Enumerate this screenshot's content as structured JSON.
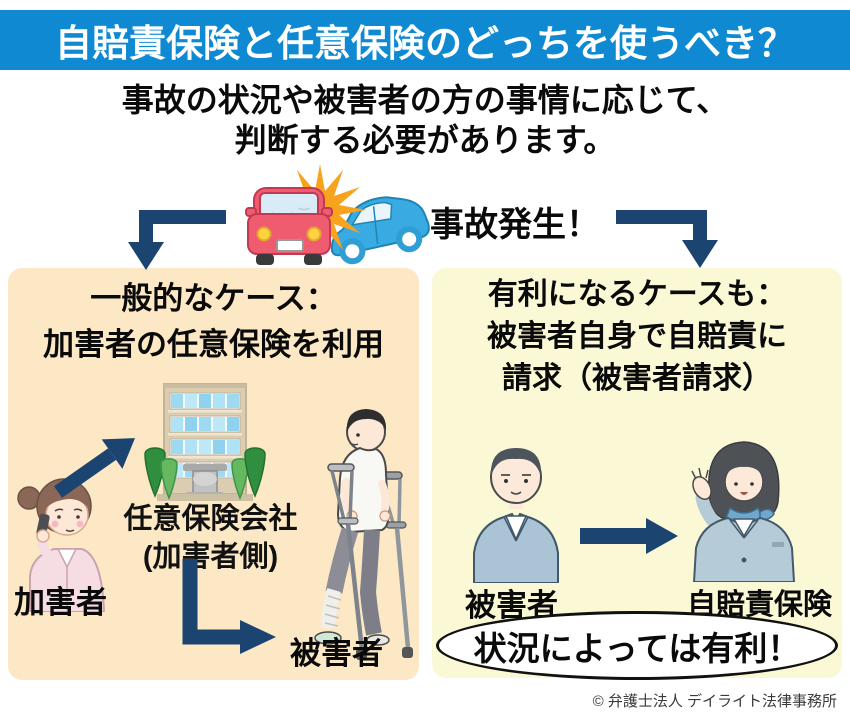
{
  "banner": {
    "title": "自賠責保険と任意保険のどっちを使うべき？"
  },
  "intro": {
    "line1": "事故の状況や被害者の方の事情に応じて、",
    "line2": "判断する必要があります。"
  },
  "accident": {
    "label": "事故発生！"
  },
  "left_panel": {
    "title1": "一般的なケース：",
    "title2": "加害者の任意保険を利用",
    "company1": "任意保険会社",
    "company2": "(加害者側)",
    "perpetrator": "加害者",
    "victim": "被害者"
  },
  "right_panel": {
    "title1": "有利になるケースも：",
    "title2": "被害者自身で自賠責に",
    "title3": "請求（被害者請求）",
    "victim": "被害者",
    "insurer": "自賠責保険",
    "badge": "状況によっては有利！"
  },
  "footer": {
    "copyright": "© 弁護士法人 デイライト法律事務所"
  },
  "icons": {
    "crash": "car-crash-illustration",
    "building": "insurance-company-building",
    "arrows": "navy-flow-arrows"
  },
  "colors": {
    "banner_bg": "#0f8ad2",
    "arrow_navy": "#1b4470",
    "left_panel_bg": "#fce8c4",
    "right_panel_bg": "#fbf8d6",
    "starburst_orange": "#f7a31e",
    "car_red": "#ef5c70",
    "car_blue": "#3aabe2"
  }
}
